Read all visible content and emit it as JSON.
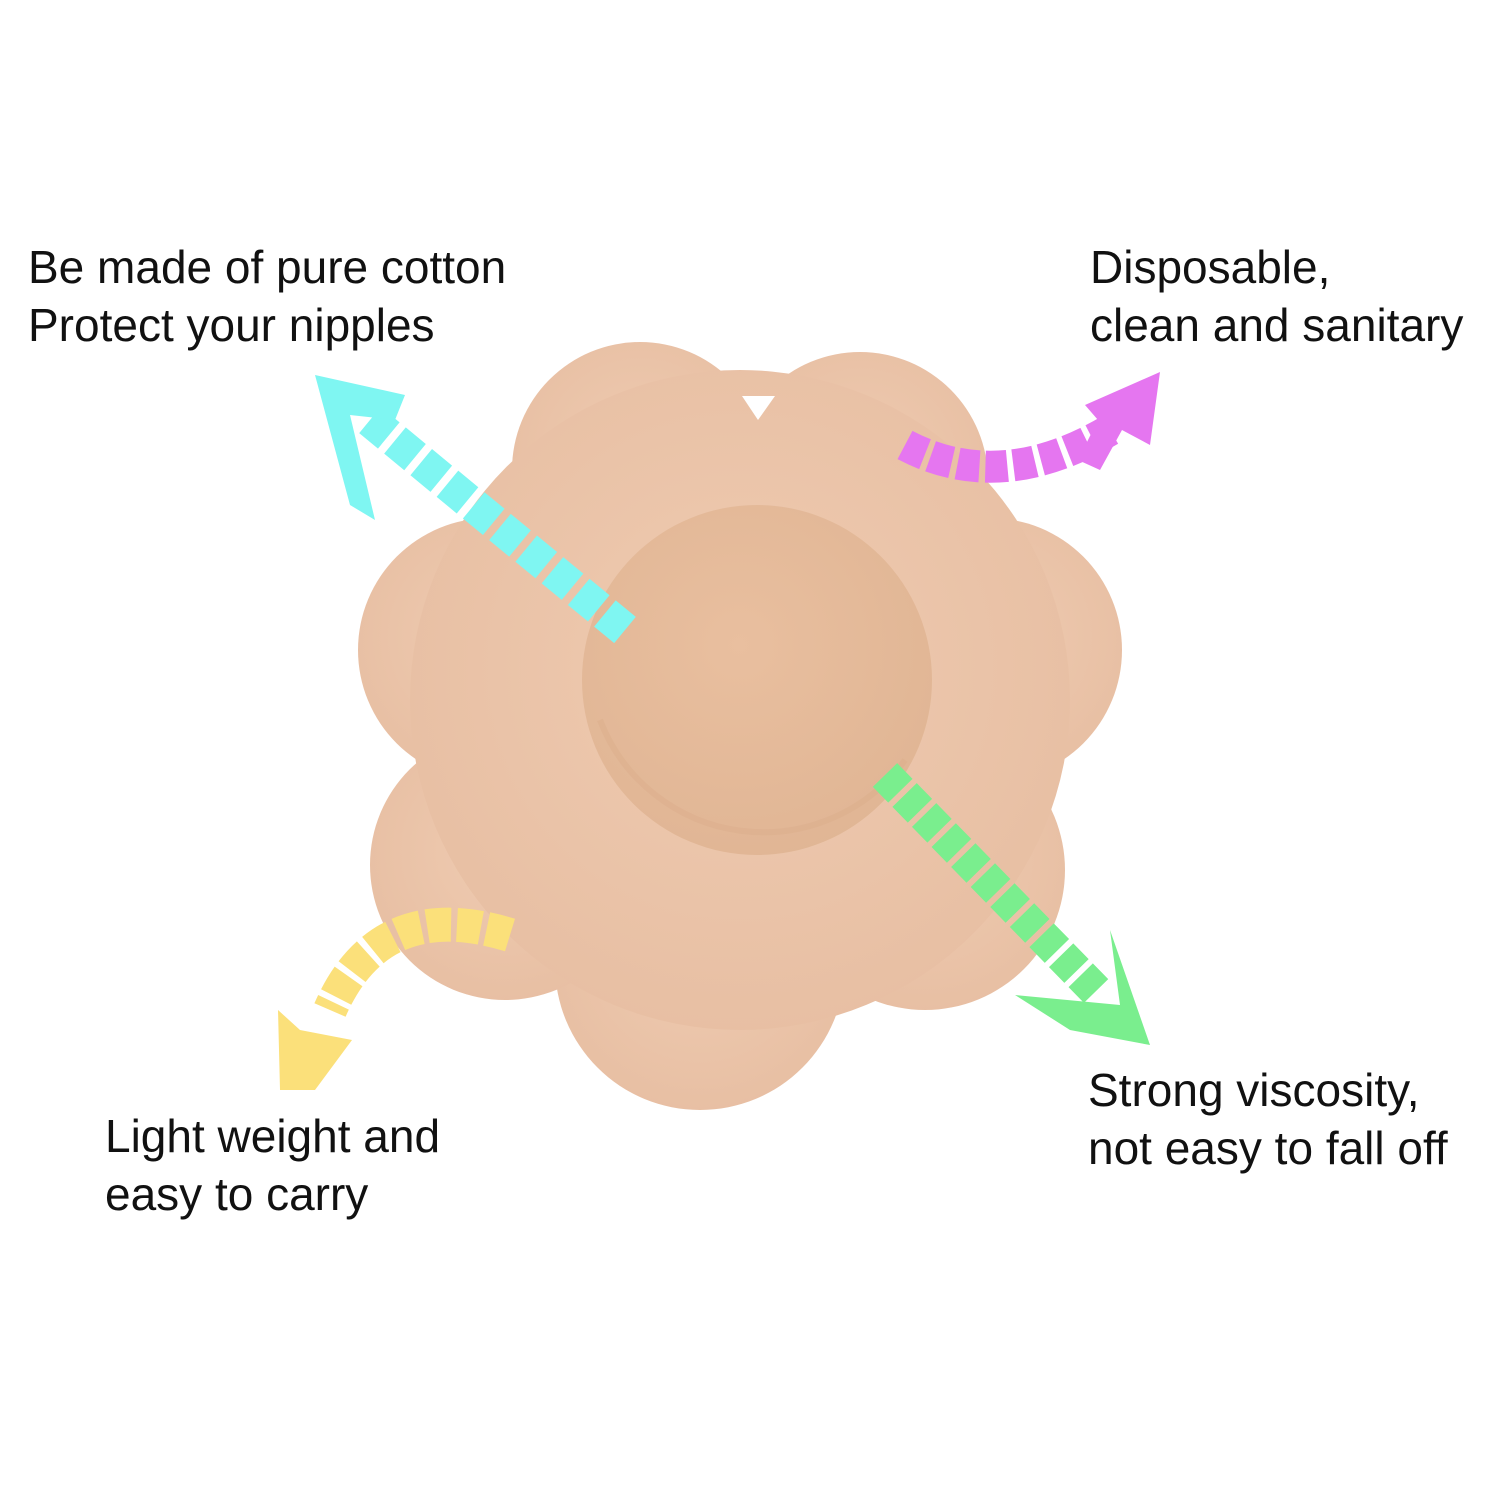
{
  "features": {
    "top_left": {
      "line1": "Be made of pure cotton",
      "line2": "Protect your nipples",
      "arrow_color": "#7ff6f2",
      "arrow_icon": "arrow-up-left-icon"
    },
    "top_right": {
      "line1": "Disposable,",
      "line2": "clean and sanitary",
      "arrow_color": "#e576f0",
      "arrow_icon": "curved-arrow-up-right-icon"
    },
    "bottom_left": {
      "line1": "Light weight and",
      "line2": "easy to carry",
      "arrow_color": "#fbe07a",
      "arrow_icon": "curved-arrow-down-left-icon"
    },
    "bottom_right": {
      "line1": "Strong viscosity,",
      "line2": "not easy to fall off",
      "arrow_color": "#7aee8e",
      "arrow_icon": "arrow-down-right-icon"
    }
  },
  "product": {
    "shape": "flower",
    "petal_color": "#ecc6ab",
    "center_color": "#e5bb9d",
    "icon": "flower-pastie-icon"
  }
}
